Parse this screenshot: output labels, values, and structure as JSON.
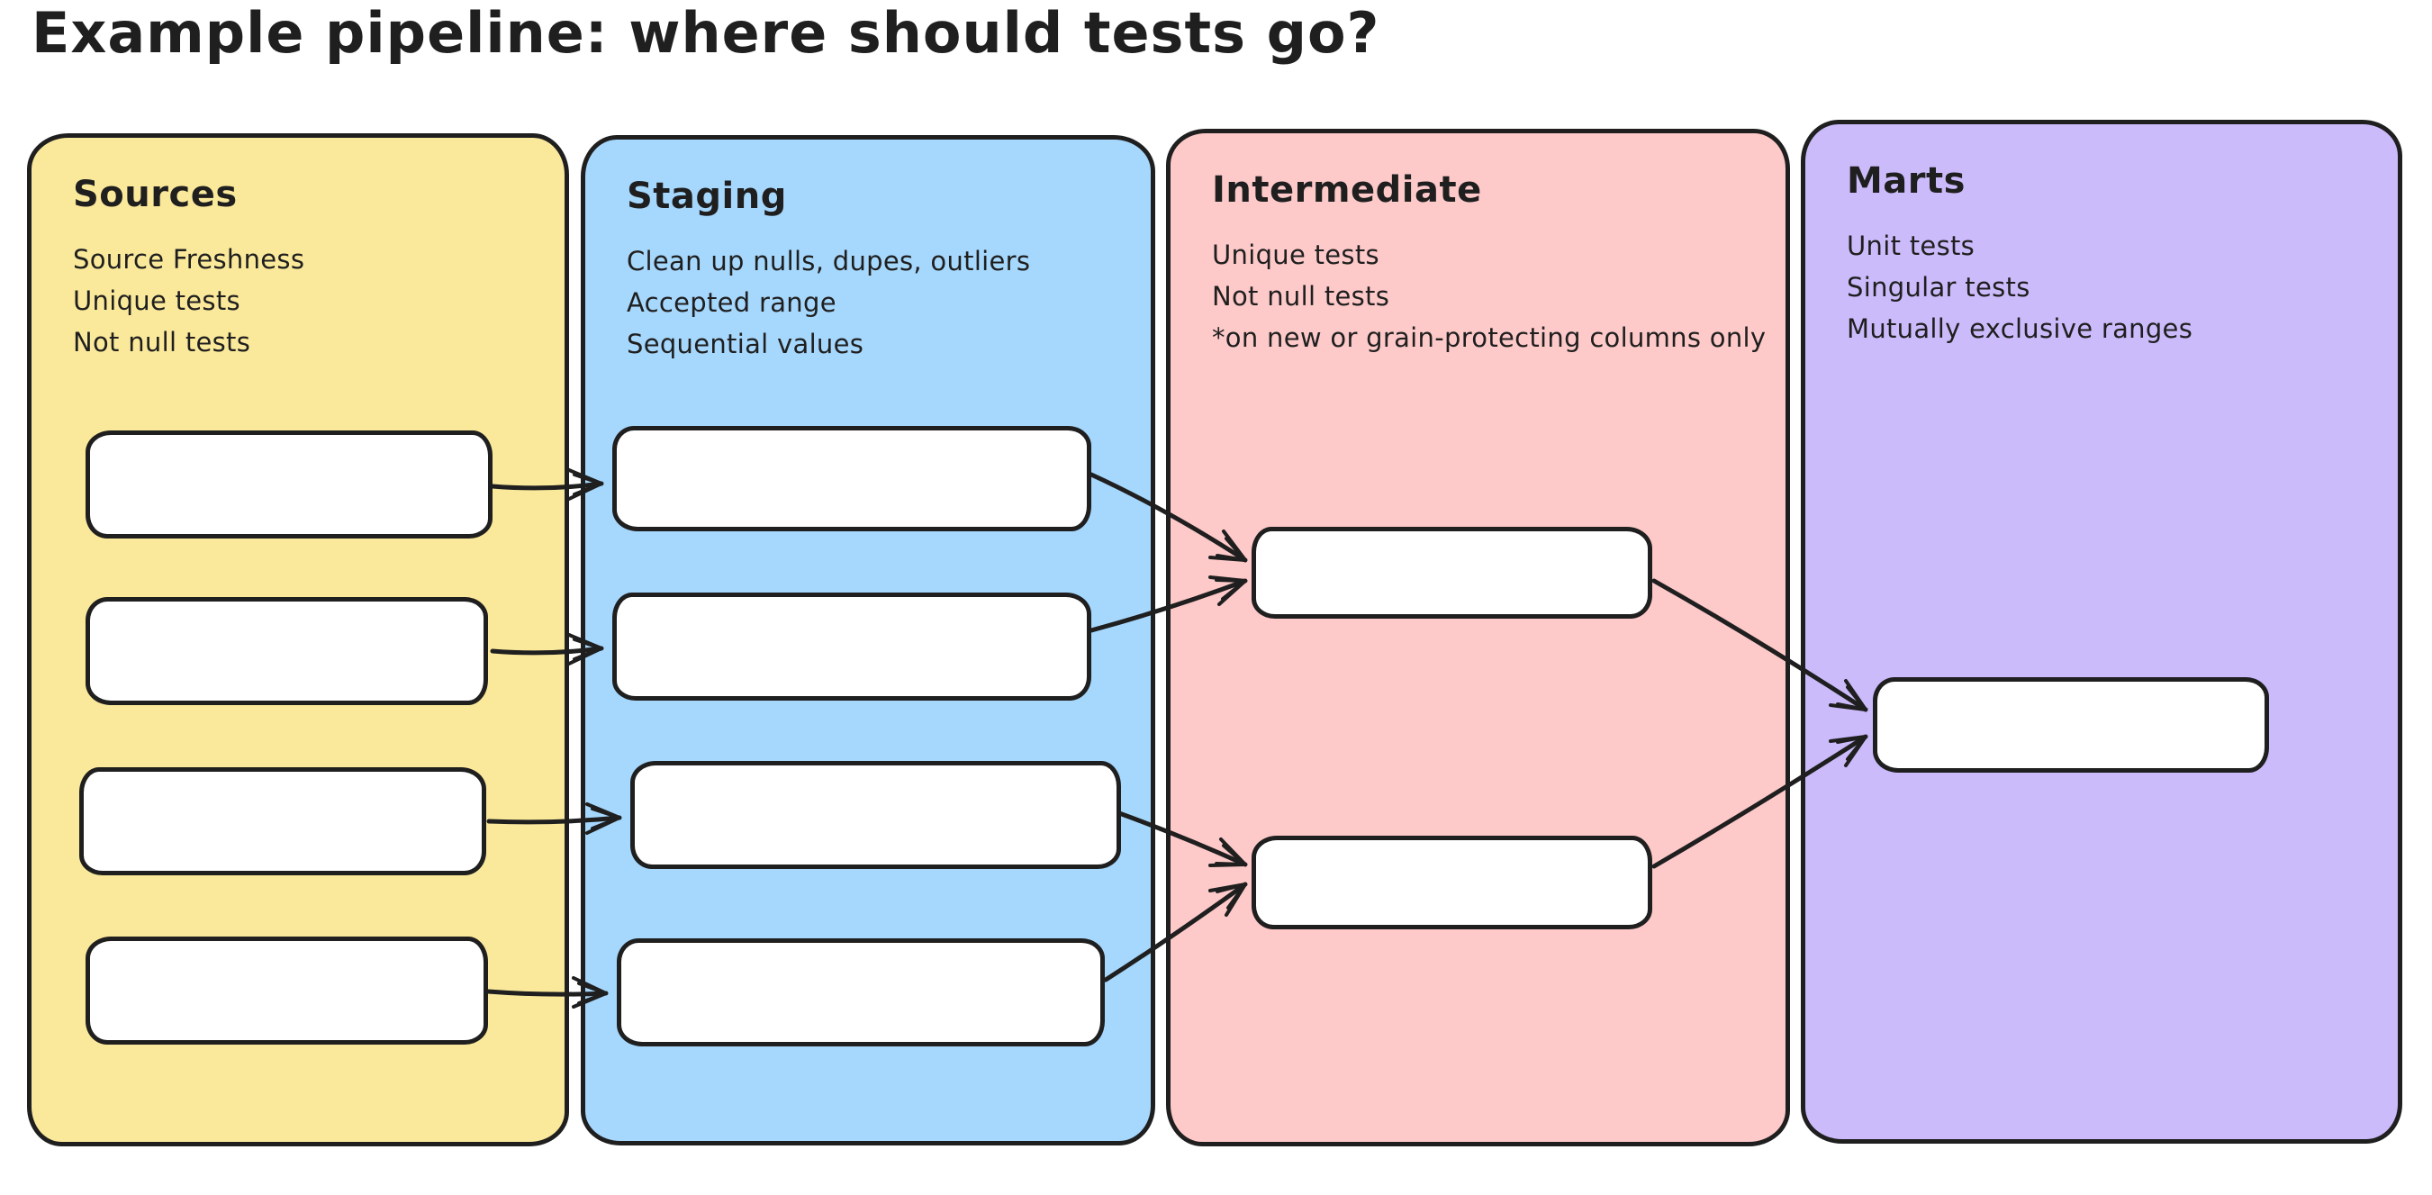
{
  "title": "Example pipeline: where should tests go?",
  "colors": {
    "stroke": "#1f1f1f",
    "background": "#ffffff",
    "box_fill": "#ffffff",
    "sources_fill": "#FBE99B",
    "staging_fill": "#A6D7FC",
    "intermediate_fill": "#FEC9C9",
    "marts_fill": "#CCBBFB"
  },
  "panels": [
    {
      "id": "sources",
      "title": "Sources",
      "fill": "#FBE99B",
      "notes": [
        "Source Freshness",
        "Unique tests",
        "Not null tests"
      ],
      "model_boxes": 4
    },
    {
      "id": "staging",
      "title": "Staging",
      "fill": "#A6D7FC",
      "notes": [
        "Clean up nulls, dupes, outliers",
        "Accepted range",
        "Sequential values"
      ],
      "model_boxes": 4
    },
    {
      "id": "intermediate",
      "title": "Intermediate",
      "fill": "#FEC9C9",
      "notes": [
        "Unique tests",
        "Not null tests",
        "*on new or grain-protecting columns only"
      ],
      "model_boxes": 2
    },
    {
      "id": "marts",
      "title": "Marts",
      "fill": "#CCBBFB",
      "notes": [
        "Unit tests",
        "Singular tests",
        "Mutually exclusive ranges"
      ],
      "model_boxes": 1
    }
  ],
  "connections": [
    {
      "from": "sources-box-1",
      "to": "staging-box-1"
    },
    {
      "from": "sources-box-2",
      "to": "staging-box-2"
    },
    {
      "from": "sources-box-3",
      "to": "staging-box-3"
    },
    {
      "from": "sources-box-4",
      "to": "staging-box-4"
    },
    {
      "from": "staging-box-1",
      "to": "intermediate-box-1"
    },
    {
      "from": "staging-box-2",
      "to": "intermediate-box-1"
    },
    {
      "from": "staging-box-3",
      "to": "intermediate-box-2"
    },
    {
      "from": "staging-box-4",
      "to": "intermediate-box-2"
    },
    {
      "from": "intermediate-box-1",
      "to": "marts-box-1"
    },
    {
      "from": "intermediate-box-2",
      "to": "marts-box-1"
    }
  ]
}
